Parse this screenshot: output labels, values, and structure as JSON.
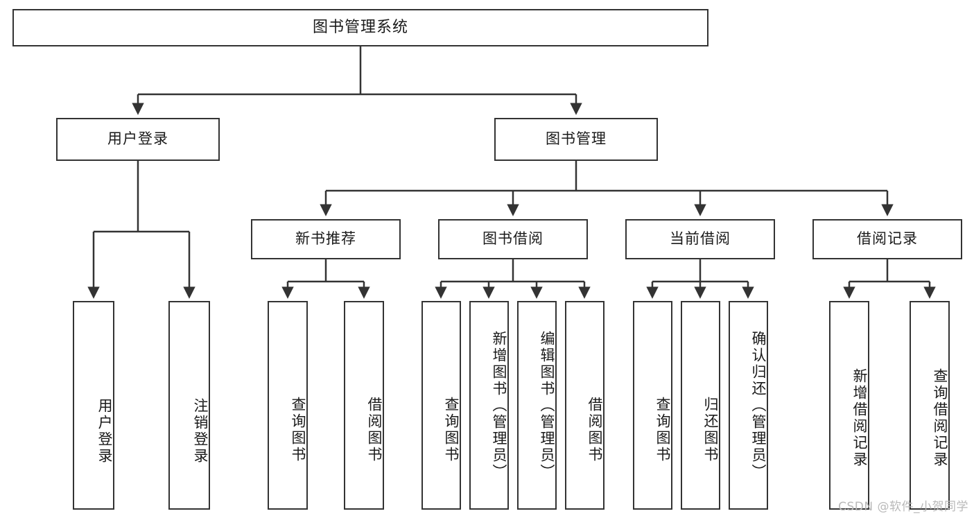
{
  "diagram": {
    "title": "图书管理系统",
    "type": "tree",
    "theme": {
      "background": "#ffffff",
      "box_border": "#333333",
      "box_fill": "#ffffff",
      "text": "#1a1a1a",
      "edge": "#333333",
      "watermark": "#b9b9b9"
    },
    "root": {
      "label": "图书管理系统"
    },
    "level1": [
      {
        "label": "用户登录"
      },
      {
        "label": "图书管理"
      }
    ],
    "level2": [
      {
        "label": "新书推荐"
      },
      {
        "label": "图书借阅"
      },
      {
        "label": "当前借阅"
      },
      {
        "label": "借阅记录"
      }
    ],
    "leaves": {
      "user_login": [
        {
          "label": "用户登录"
        },
        {
          "label": "注销登录"
        }
      ],
      "new_book": [
        {
          "label": "查询图书"
        },
        {
          "label": "借阅图书"
        }
      ],
      "book_borrow": [
        {
          "label": "查询图书"
        },
        {
          "label": "新增图书（管理员）"
        },
        {
          "label": "编辑图书（管理员）"
        },
        {
          "label": "借阅图书"
        }
      ],
      "current_borrow": [
        {
          "label": "查询图书"
        },
        {
          "label": "归还图书"
        },
        {
          "label": "确认归还（管理员）"
        }
      ],
      "borrow_record": [
        {
          "label": "新增借阅记录"
        },
        {
          "label": "查询借阅记录"
        }
      ]
    },
    "watermark": "CSDN @软件_小贺同学"
  }
}
